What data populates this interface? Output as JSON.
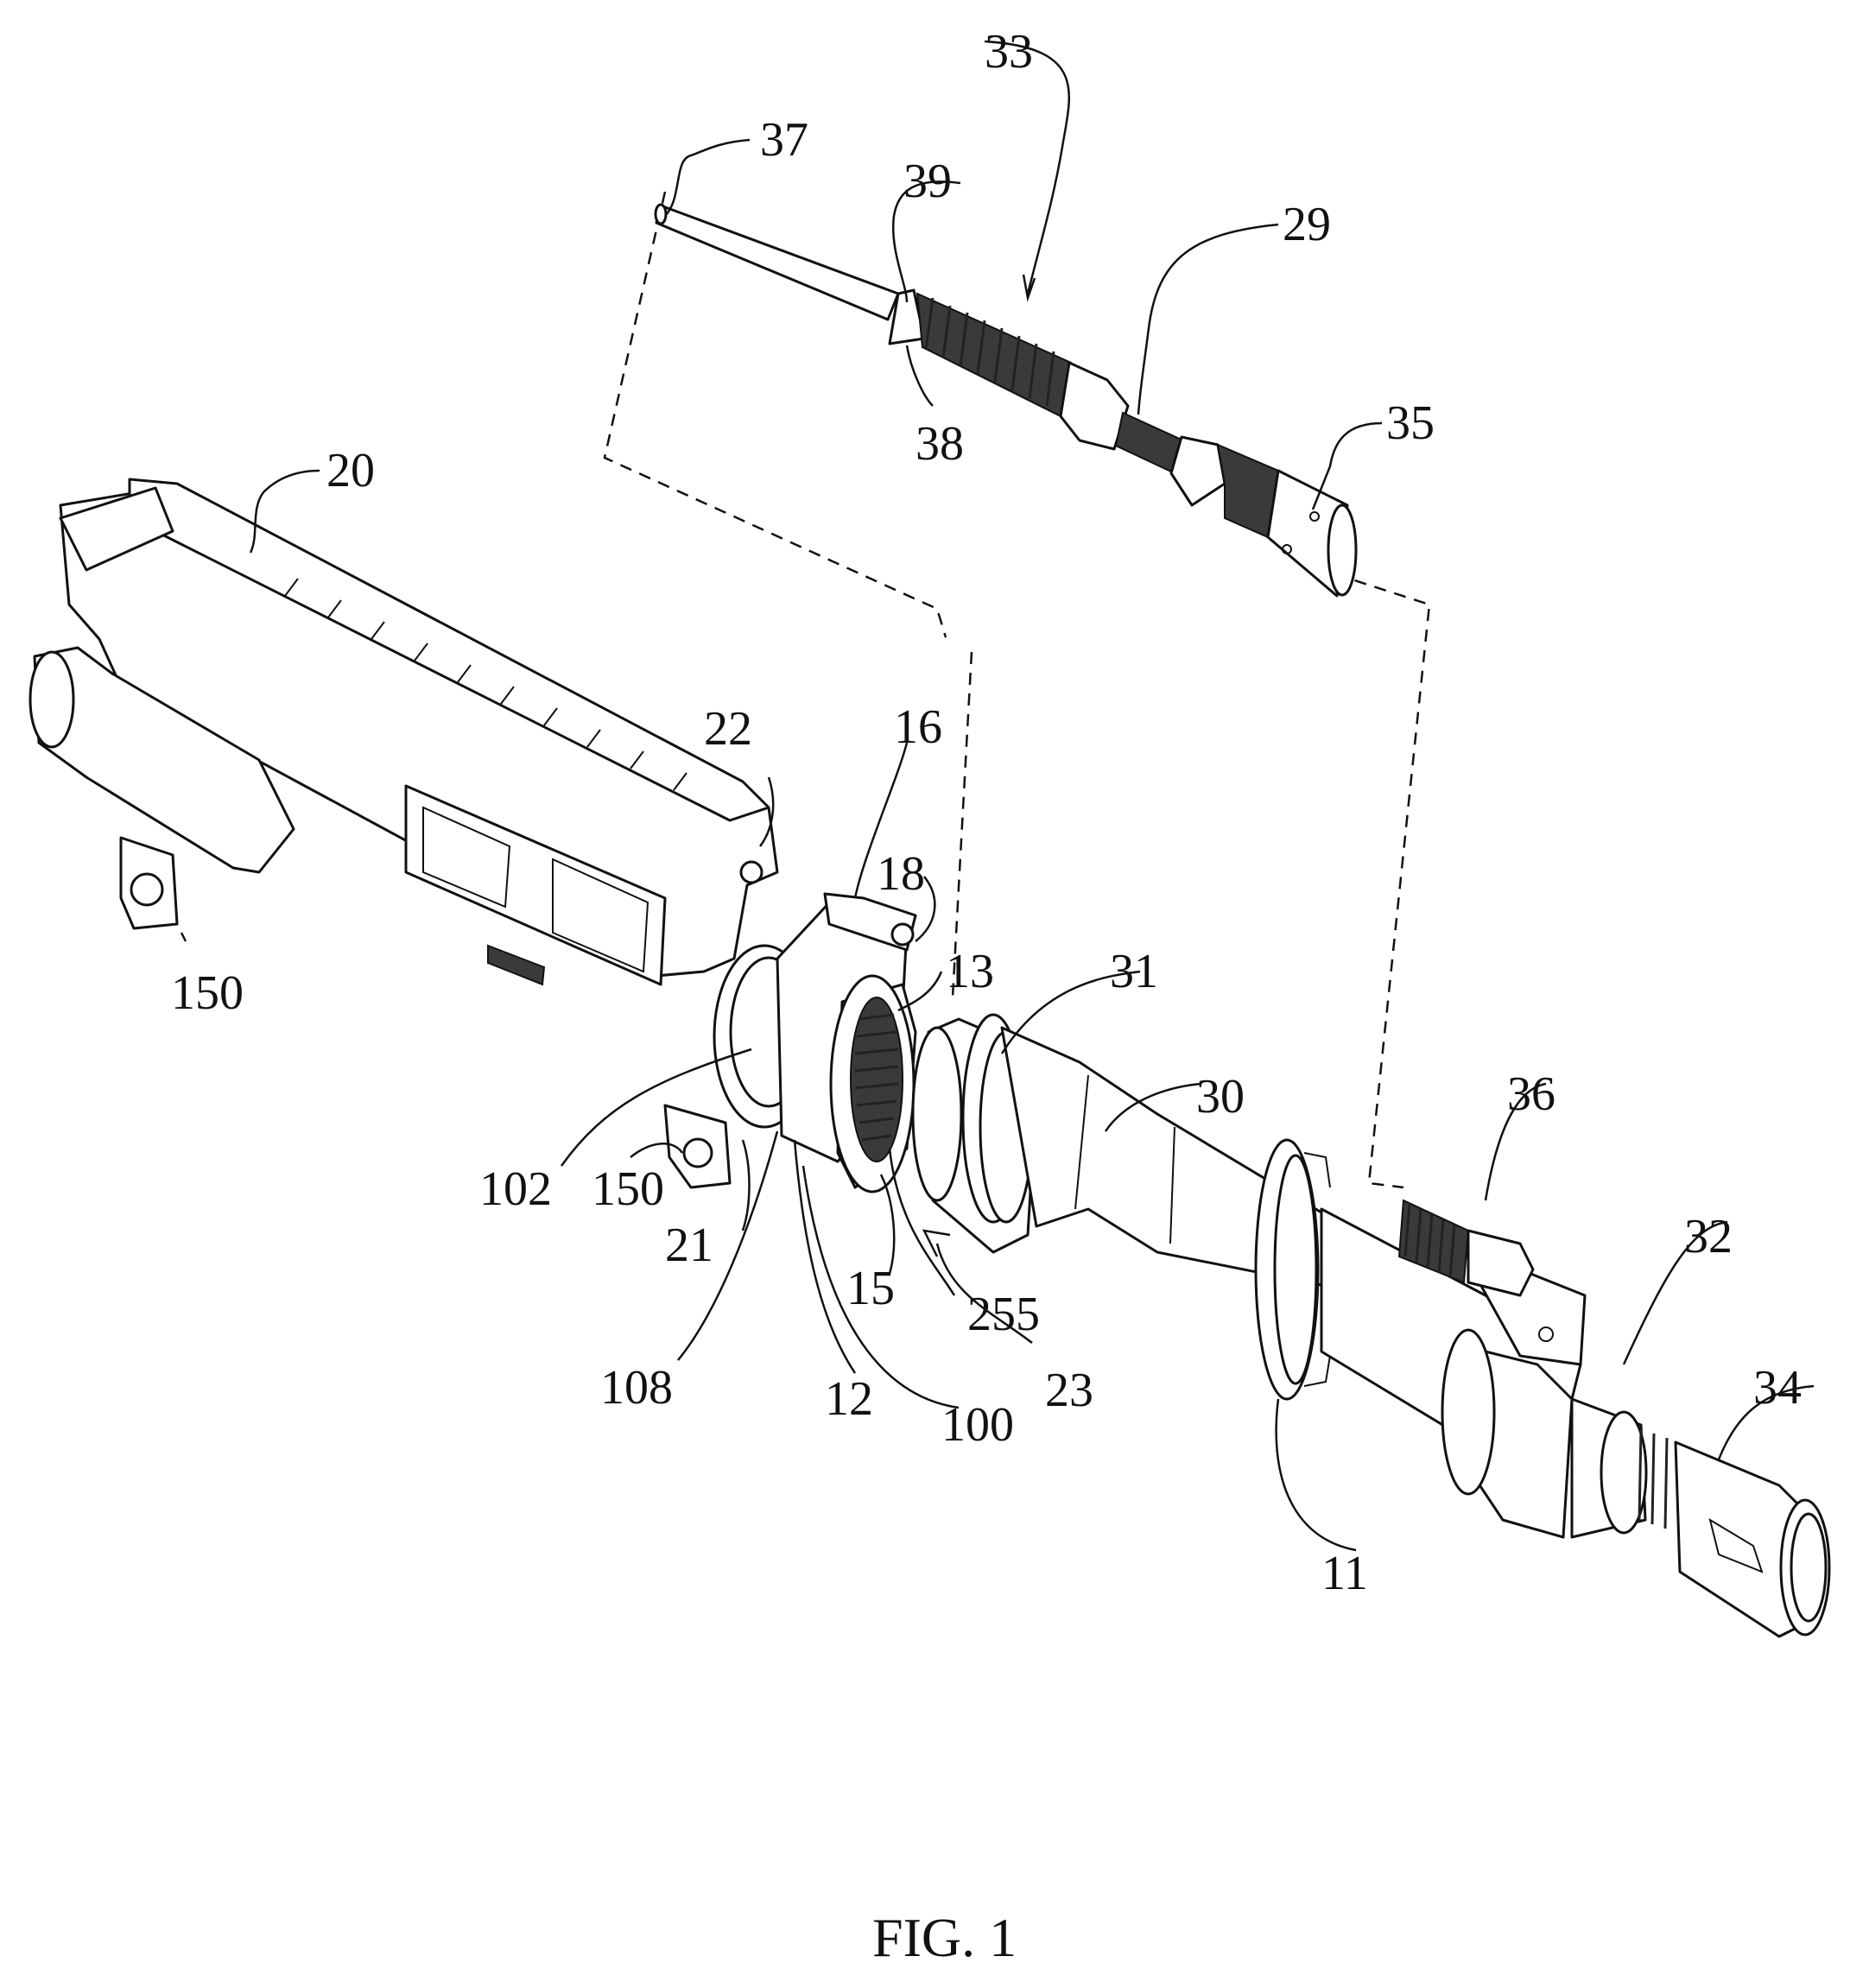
{
  "figure": {
    "caption": "FIG. 1",
    "reference_labels": [
      "37",
      "33",
      "39",
      "29",
      "38",
      "35",
      "20",
      "22",
      "16",
      "18",
      "150",
      "13",
      "31",
      "30",
      "102",
      "150",
      "21",
      "36",
      "15",
      "255",
      "32",
      "23",
      "108",
      "12",
      "100",
      "34",
      "11"
    ]
  }
}
